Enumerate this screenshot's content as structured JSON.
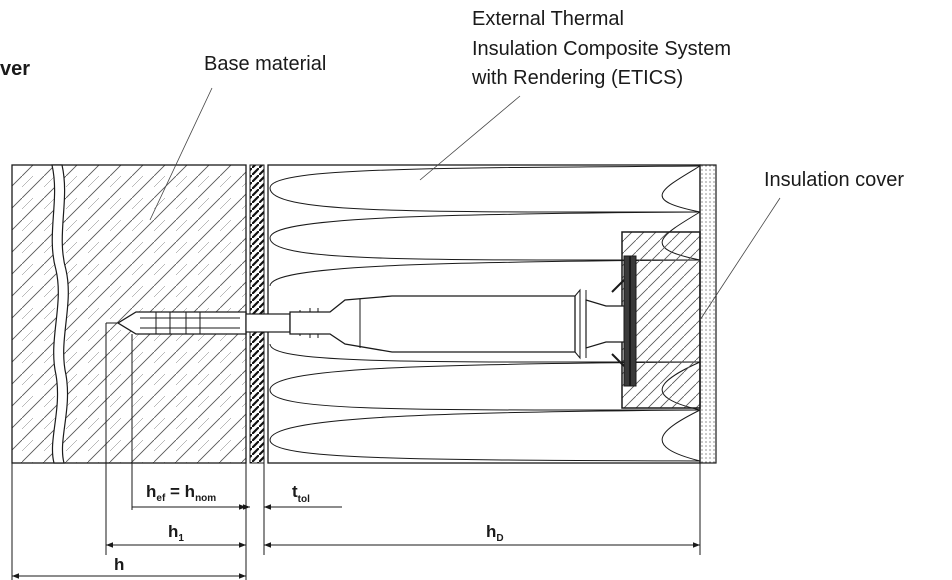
{
  "labels": {
    "cut_label": "ver",
    "base_material": "Base material",
    "etics_line1": "External Thermal",
    "etics_line2": "Insulation Composite System",
    "etics_line3": "with Rendering (ETICS)",
    "insulation_cover": "Insulation cover"
  },
  "dimensions": {
    "h": "h",
    "h_sub": "",
    "h1": "h",
    "h1_sub": "1",
    "hD": "h",
    "hD_sub": "D",
    "hef": "h",
    "hef_sub": "ef",
    "equals": " = ",
    "hnom": "h",
    "hnom_sub": "nom",
    "ttol": "t",
    "ttol_sub": "tol"
  }
}
